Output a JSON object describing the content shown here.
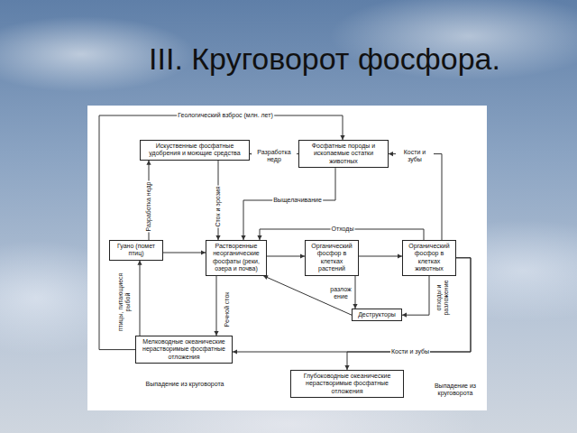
{
  "diagram": {
    "title": "III. Круговорот фосфора.",
    "nodes": [
      {
        "text": [
          "Искуственные фосфатные удобрения и моющие средства"
        ]
      },
      {
        "text": [
          "Фосфатные породы и ископаемые остатки животных"
        ]
      },
      {
        "text": [
          "Гуано (помет птиц)"
        ]
      },
      {
        "text": [
          "Растворенные неорганические фосфаты (реки, озера и почва)"
        ]
      },
      {
        "text": [
          "Органический фосфор в клетках растений"
        ]
      },
      {
        "text": [
          "Органический фосфор в клетках животных"
        ]
      },
      {
        "text": [
          "Деструкторы"
        ]
      },
      {
        "text": [
          "Мелководные океанические нерастворимые фосфатные отложения"
        ]
      },
      {
        "text": [
          "Глубоководные океанические нерастворимые фосфатные отложения"
        ]
      }
    ],
    "edges": [
      {
        "from": 7,
        "to": 1,
        "label": "Геологический взброс (млн. лет)",
        "arrow": "to"
      },
      {
        "from": 1,
        "to": 0,
        "label": "Разработка недр",
        "arrow": "to"
      },
      {
        "from": 5,
        "to": 1,
        "label": "Кости и зубы",
        "arrow": "to"
      },
      {
        "from": 2,
        "to": 0,
        "label": "Разработка недр",
        "arrow": "to"
      },
      {
        "from": 0,
        "to": 3,
        "label": "Сток и эрозия",
        "arrow": "to"
      },
      {
        "from": 1,
        "to": 3,
        "label": "Выщелачивание",
        "arrow": "to"
      },
      {
        "from": 5,
        "to": 3,
        "label": "Отходы",
        "arrow": "to"
      },
      {
        "from": 3,
        "to": 4,
        "arrow": "to"
      },
      {
        "from": 4,
        "to": 5,
        "arrow": "to"
      },
      {
        "from": 4,
        "to": 6,
        "label": "разложение",
        "arrow": "to"
      },
      {
        "from": 5,
        "to": 6,
        "label": "отходы и разложение",
        "arrow": "to"
      },
      {
        "from": 6,
        "to": 3,
        "arrow": "to"
      },
      {
        "from": 3,
        "to": 7,
        "label": "Речной сток",
        "arrow": "to"
      },
      {
        "from": 7,
        "to": 2,
        "label": "птицы, питающиеся рыбой",
        "arrow": "to"
      },
      {
        "from": 2,
        "to": 3,
        "arrow": "to"
      },
      {
        "from": 5,
        "to": 7,
        "label": "Кости и зубы",
        "arrow": "to"
      },
      {
        "from": 5,
        "to": 8,
        "arrow": "to"
      }
    ],
    "labels": [
      "Выпадение из круговорота",
      "Выпадение из круговорота"
    ]
  }
}
